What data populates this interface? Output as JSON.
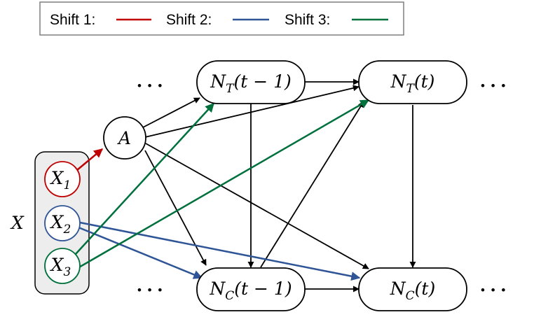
{
  "legend": {
    "items": [
      {
        "label": "Shift 1:",
        "color": "#c00000"
      },
      {
        "label": "Shift 2:",
        "color": "#2f5597"
      },
      {
        "label": "Shift 3:",
        "color": "#00703c"
      }
    ]
  },
  "group": {
    "label": "X"
  },
  "nodes": {
    "a": {
      "label": "A"
    },
    "x1": {
      "base": "X",
      "sub": "1"
    },
    "x2": {
      "base": "X",
      "sub": "2"
    },
    "x3": {
      "base": "X",
      "sub": "3"
    },
    "nt_prev": {
      "base": "N",
      "sub": "T",
      "arg": "(t − 1)"
    },
    "nt": {
      "base": "N",
      "sub": "T",
      "arg": "(t)"
    },
    "nc_prev": {
      "base": "N",
      "sub": "C",
      "arg": "(t − 1)"
    },
    "nc": {
      "base": "N",
      "sub": "C",
      "arg": "(t)"
    }
  },
  "ellipsis": "• • •",
  "colors": {
    "stroke": "#000000",
    "group_fill": "#ededed",
    "default_edge": "#000000"
  }
}
